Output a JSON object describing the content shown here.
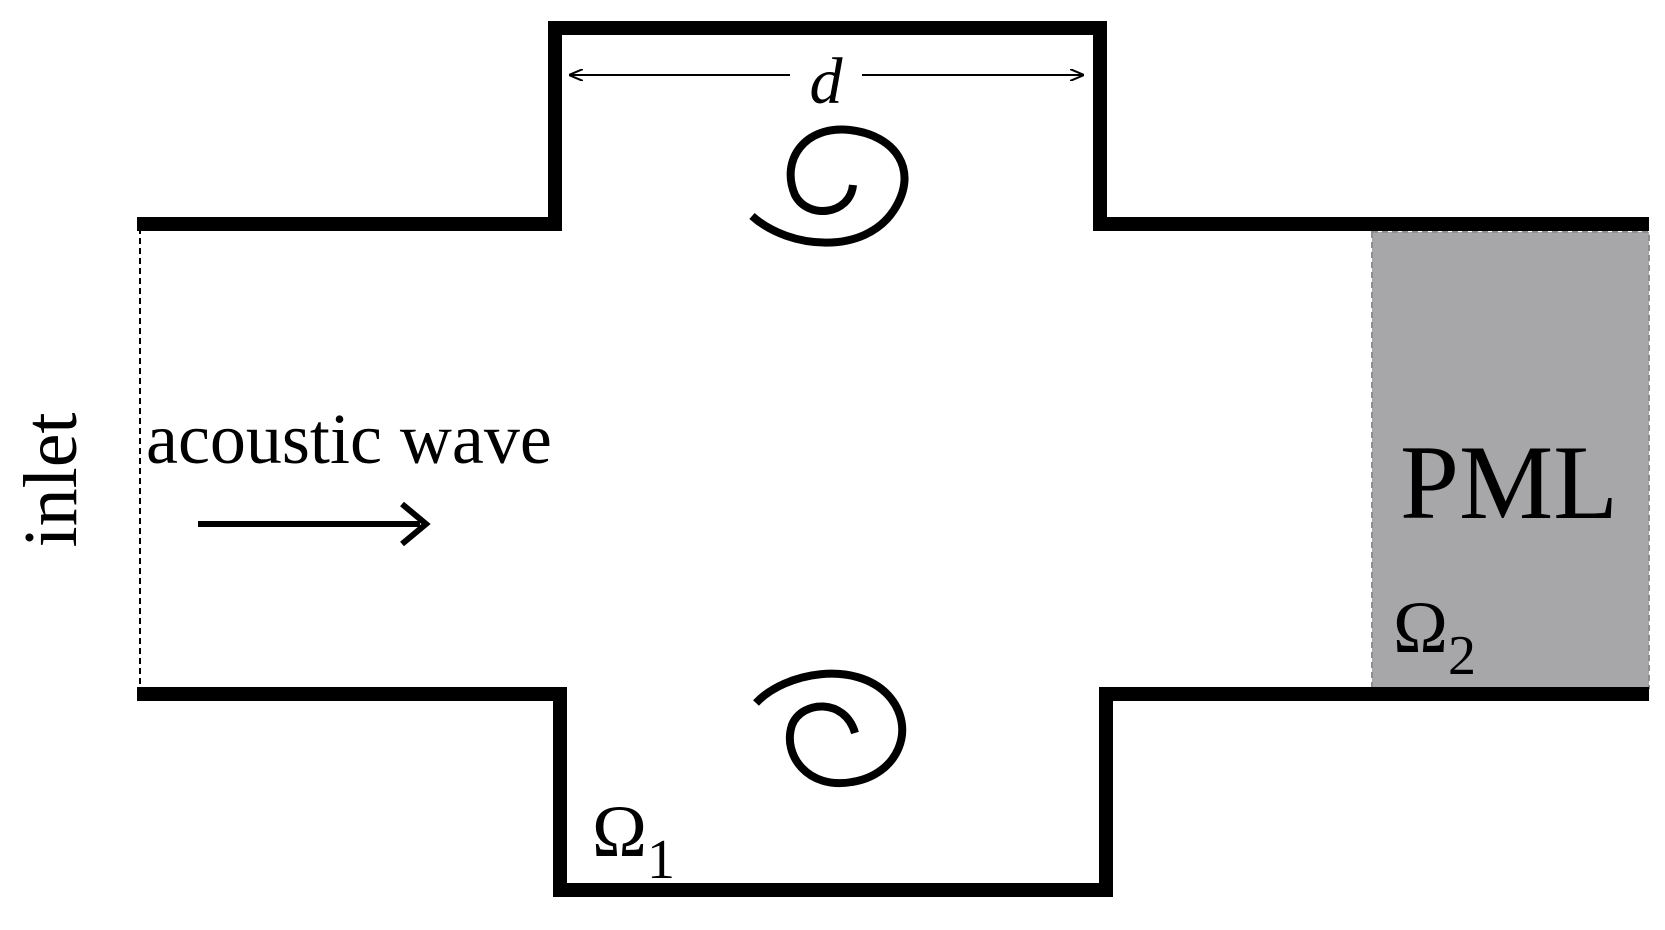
{
  "labels": {
    "inlet": "inlet",
    "acoustic_wave": "acoustic wave",
    "pml": "PML",
    "omega1_base": "Ω",
    "omega1_sub": "1",
    "omega2_base": "Ω",
    "omega2_sub": "2",
    "dimension": "d"
  },
  "colors": {
    "wall": "#000000",
    "pml_fill": "#a7a7aa",
    "background": "#ffffff"
  }
}
